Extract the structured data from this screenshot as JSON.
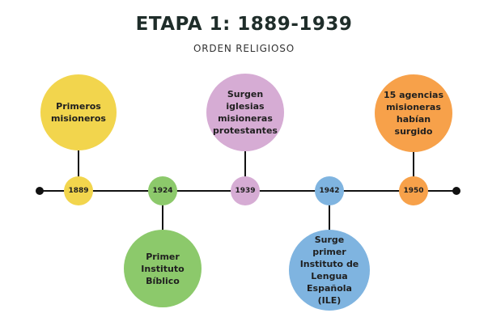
{
  "title": "ETAPA 1: 1889-1939",
  "subtitle": "ORDEN RELIGIOSO",
  "colors": {
    "yellow": "#f2d54d",
    "green": "#8cc96b",
    "pink": "#d6acd4",
    "blue": "#7fb4e0",
    "orange": "#f7a14a",
    "line": "#111111"
  },
  "timeline": [
    {
      "year": "1889",
      "event": "Primeros misioneros"
    },
    {
      "year": "1924",
      "event": "Primer Instituto Bíblico"
    },
    {
      "year": "1939",
      "event": "Surgen iglesias misioneras protestantes"
    },
    {
      "year": "1942",
      "event": "Surge primer Instituto de Lengua Española (ILE)"
    },
    {
      "year": "1950",
      "event": "15 agencias misioneras habían surgido"
    }
  ]
}
